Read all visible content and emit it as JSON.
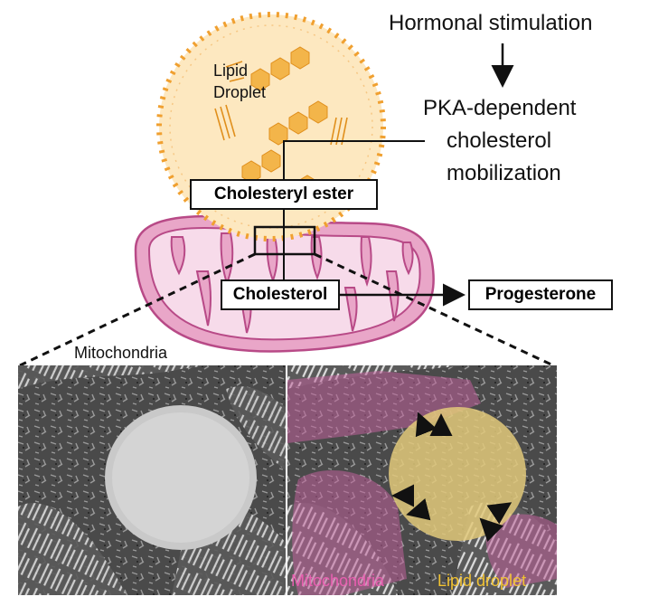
{
  "labels": {
    "hormonal": "Hormonal stimulation",
    "pka_line1": "PKA-dependent",
    "pka_line2": "cholesterol",
    "pka_line3": "mobilization",
    "lipid_line1": "Lipid",
    "lipid_line2": "Droplet",
    "cholesteryl_ester": "Cholesteryl ester",
    "cholesterol": "Cholesterol",
    "progesterone": "Progesterone",
    "mitochondria": "Mitochondria"
  },
  "micrograph": {
    "mito_caption": "Mitochondria",
    "lipid_caption": "Lipid droplet"
  },
  "colors": {
    "droplet_border": "#f0a030",
    "droplet_fill": "#fde8c0",
    "mito_outer": "#e9a6c8",
    "mito_inner": "#f7dbea",
    "mito_stroke": "#b84a87",
    "mito_caption": "#e85fb0",
    "lipid_caption": "#f1c232"
  }
}
